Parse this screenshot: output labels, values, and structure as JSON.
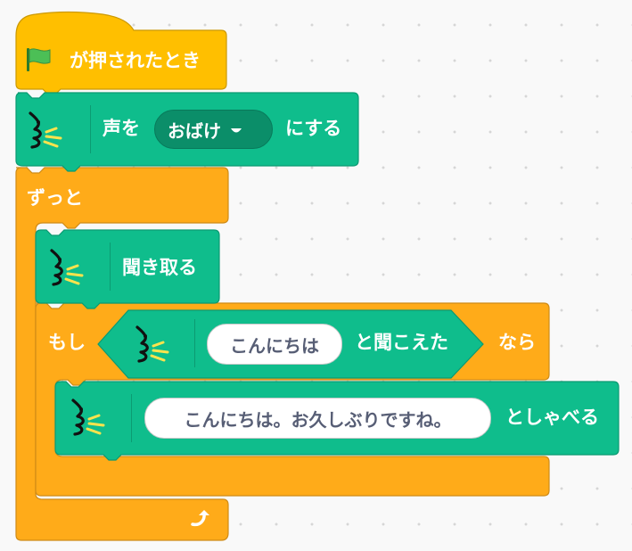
{
  "colors": {
    "events": "#ffbf00",
    "control": "#ffab19",
    "extension": "#0fbd8c",
    "field_text": "#575e75"
  },
  "hat_block": {
    "flag_icon": "green-flag-icon",
    "label": "が押されたとき"
  },
  "voice_block": {
    "prefix": "声を",
    "selected_voice": "おばけ",
    "suffix": "にする",
    "icon": "text-to-speech-icon"
  },
  "forever_block": {
    "label": "ずっと",
    "loop_icon": "loop-arrow-icon"
  },
  "listen_block": {
    "label": "聞き取る",
    "icon": "speech-to-text-icon"
  },
  "if_block": {
    "if_label": "もし",
    "then_label": "なら",
    "condition": {
      "phrase": "こんにちは",
      "suffix": "と聞こえた",
      "icon": "speech-to-text-icon"
    }
  },
  "speak_block": {
    "text": "こんにちは。お久しぶりですね。",
    "suffix": "としゃべる",
    "icon": "text-to-speech-icon"
  }
}
